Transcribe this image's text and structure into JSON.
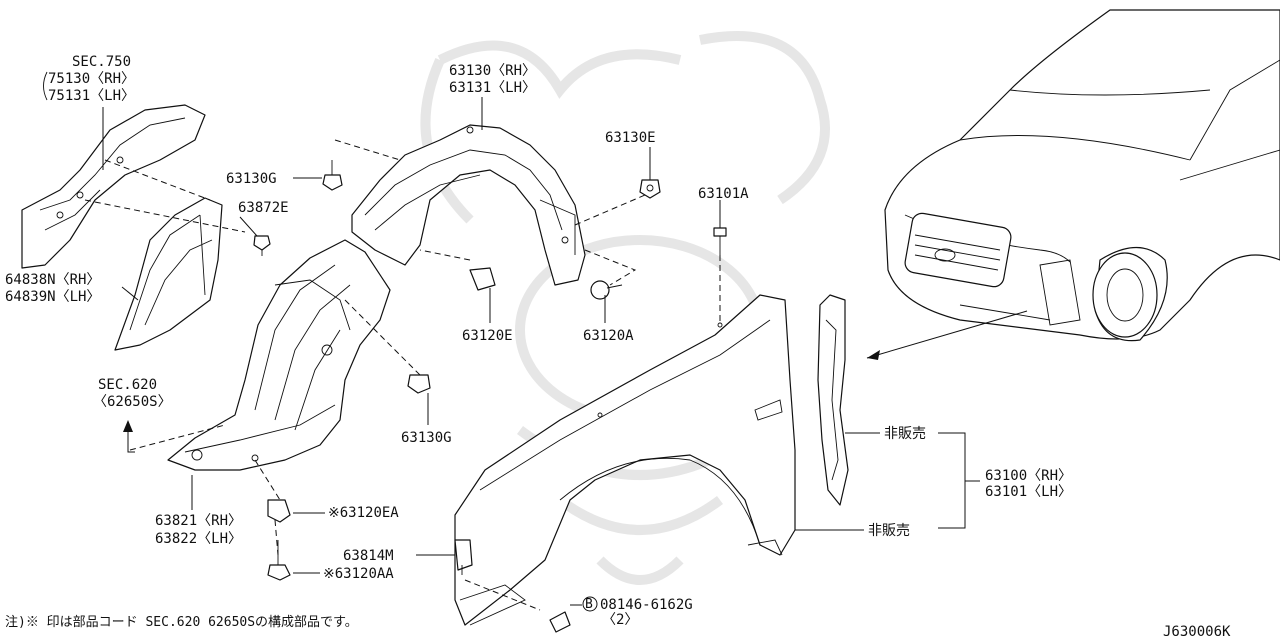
{
  "labels": {
    "sec750": [
      "SEC.750",
      "75130〈RH〉",
      "75131〈LH〉"
    ],
    "p63130": [
      "63130〈RH〉",
      "63131〈LH〉"
    ],
    "p63130e": "63130E",
    "p63130g_top": "63130G",
    "p63872e": "63872E",
    "p63101a": "63101A",
    "p64838n": [
      "64838N〈RH〉",
      "64839N〈LH〉"
    ],
    "p63120e": "63120E",
    "p63120a": "63120A",
    "sec620": [
      "SEC.620",
      "〈62650S〉"
    ],
    "p63130g_mid": "63130G",
    "p63821": [
      "63821〈RH〉",
      "63822〈LH〉"
    ],
    "p63120ea": "※63120EA",
    "p63814m": "63814M",
    "p63120aa": "※63120AA",
    "p08146": [
      "08146-6162G",
      "〈2〉"
    ],
    "bolt_marker": "B",
    "not_for_sale_1": "非販売",
    "not_for_sale_2": "非販売",
    "p63100": [
      "63100〈RH〉",
      "63101〈LH〉"
    ],
    "footnote": "注)※ 印は部品コード SEC.620 62650Sの構成部品です。",
    "diagram_code": "J630006K"
  }
}
